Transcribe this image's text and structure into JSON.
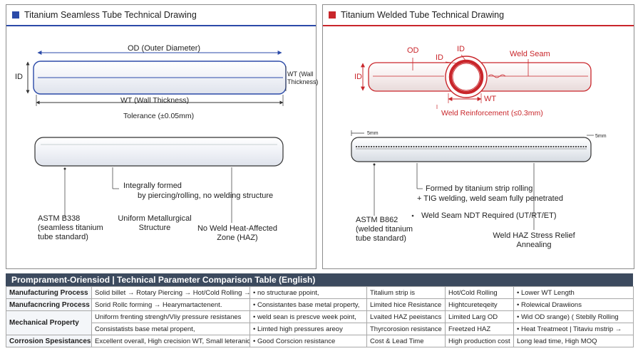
{
  "colors": {
    "seamless_accent": "#2b4aa8",
    "welded_accent": "#c9262b",
    "table_header": "#3c4a5e"
  },
  "left_panel": {
    "title": "Titanium Seamless Tube Technical Drawing",
    "od_label": "OD (Outer Diameter)",
    "id_label": "ID",
    "wt_right_label": "WT (Wall Thickness)",
    "wt_bottom_label": "WT (Wall Thickness)",
    "tolerance": "Tolerance (±0.05mm)",
    "note_formed": "Integrally formed",
    "note_formed2": "by piercing/rolling, no welding structure",
    "standard": "ASTM B338 (seamless titanium tube standard)",
    "structure": "Uniform Metallurgical Structure",
    "haz": "No Weld Heat-Affected Zone (HAZ)"
  },
  "right_panel": {
    "title": "Titanium Welded Tube Technical Drawing",
    "od_label": "OD",
    "id_label_top": "ID",
    "id_label_left": "ID",
    "weld_seam": "Weld Seam",
    "wt_label": "WT",
    "reinforcement": "Weld Reinforcement (≤0.3mm)",
    "dim_left": "5mm",
    "dim_right": "5mm",
    "note_formed": "Formed by titanium strip rolling",
    "note_formed2": "+ TIG welding, weld seam fully penetrated",
    "ndt": "Weld Seam NDT Required (UT/RT/ET)",
    "standard": "ASTM B862 (welded titanium tube standard)",
    "haz": "Weld HAZ Stress Relief Annealing"
  },
  "table": {
    "title": "Promprament-Oriensiod | Technical Parameter Comparison Table (English)",
    "rows": [
      [
        "Manufacturing Process",
        "Solid billet → Rotary Piercing → Hot/Cold Rolling →",
        "• no structurae ppoint,",
        "Titalium strip is",
        "Hot/Cold Rolling",
        "• Lower WT Length"
      ],
      [
        "Manufacncring Process",
        "Sorid Rollc forming → Hearymartactenent.",
        "• Consistantes base metal property,",
        "Limited hice Resistance",
        "Hightcureteqeity",
        "• Rolewical Drawiions"
      ],
      [
        "Mechanical Property",
        "Uniform frenting strengh/Vliy pressure resistanes",
        "• weld sean is prescve week point,",
        "Lvaited HAZ peeistancs",
        "Limited Larg OD",
        "• Wid OD srange) ( Steblly Rolling"
      ],
      [
        "",
        "Consistatists base metal propent,",
        "• Limted high pressures areoy",
        "Thyrcorosion resistance",
        "Freetzed HAZ",
        "• Heat Treatmeot | Titaviu mstrip →"
      ],
      [
        "Corrosion Spesistances",
        "Excellent overall,  High crecision WT, Small leteranion",
        "• Good Corscion resistance",
        "Cost & Lead Time",
        "High production cost",
        "Long lead time, High MOQ"
      ]
    ]
  }
}
